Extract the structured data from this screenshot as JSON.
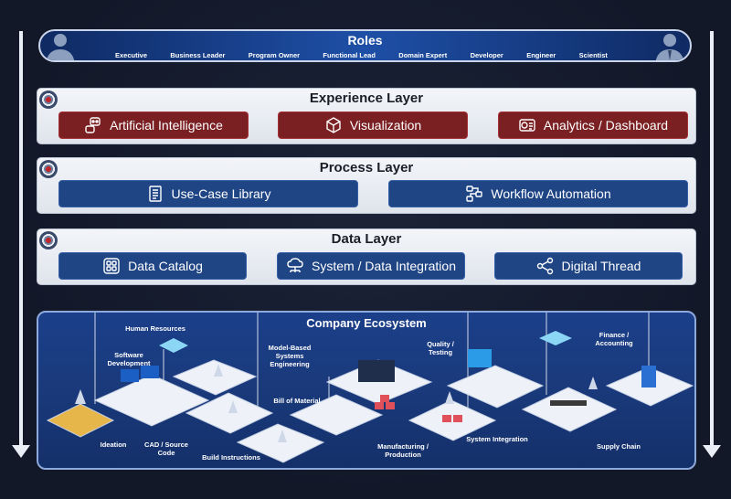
{
  "roles": {
    "title": "Roles",
    "items": [
      "Executive",
      "Business Leader",
      "Program Owner",
      "Functional Lead",
      "Domain Expert",
      "Developer",
      "Engineer",
      "Scientist"
    ]
  },
  "experience_layer": {
    "title": "Experience Layer",
    "items": [
      "Artificial Intelligence",
      "Visualization",
      "Analytics / Dashboard"
    ]
  },
  "process_layer": {
    "title": "Process Layer",
    "items": [
      "Use-Case Library",
      "Workflow Automation"
    ]
  },
  "data_layer": {
    "title": "Data Layer",
    "items": [
      "Data Catalog",
      "System / Data Integration",
      "Digital Thread"
    ]
  },
  "ecosystem": {
    "title": "Company Ecosystem",
    "labels": {
      "human_resources": "Human Resources",
      "software_development": "Software Development",
      "model_based": "Model-Based Systems Engineering",
      "quality_testing": "Quality / Testing",
      "finance_accounting": "Finance / Accounting",
      "bill_of_material": "Bill of Material",
      "ideation": "Ideation",
      "cad_source": "CAD / Source Code",
      "build_instructions": "Build Instructions",
      "manufacturing": "Manufacturing / Production",
      "system_integration": "System Integration",
      "supply_chain": "Supply Chain"
    }
  },
  "colors": {
    "experience_button": "#7a1f22",
    "process_data_button": "#1f4585",
    "ecosystem_bg": "#1a3a7c"
  }
}
